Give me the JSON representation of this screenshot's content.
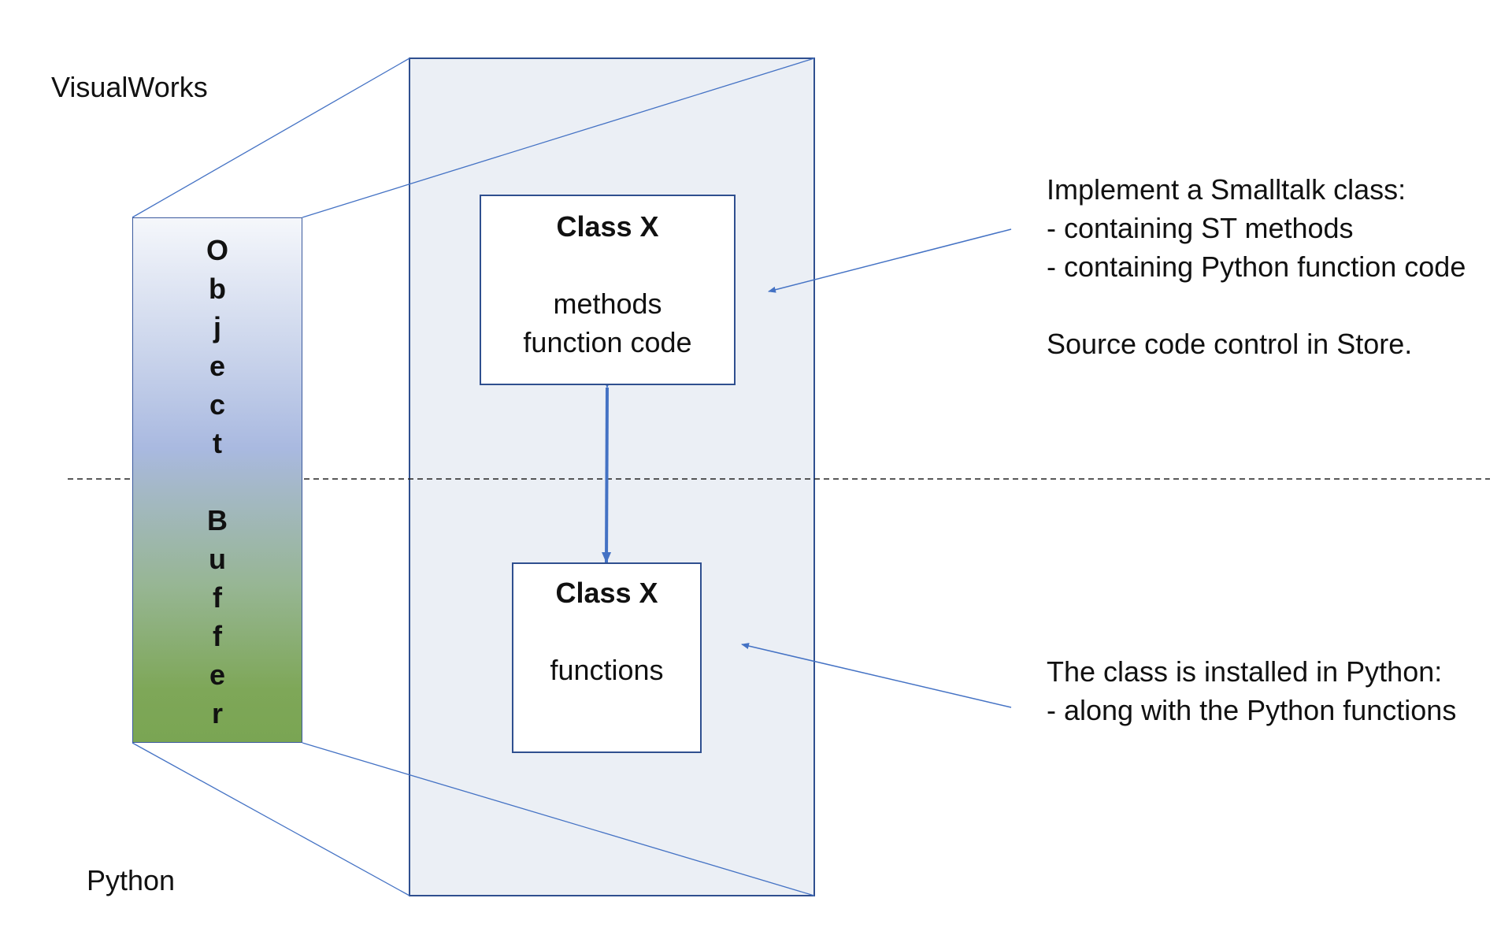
{
  "labels": {
    "top_region": "VisualWorks",
    "bottom_region": "Python"
  },
  "buffer": {
    "letters": [
      "O",
      "b",
      "j",
      "e",
      "c",
      "t",
      "",
      "B",
      "u",
      "f",
      "f",
      "e",
      "r"
    ]
  },
  "smalltalk_class": {
    "title": "Class X",
    "lines": [
      "",
      "methods",
      "function code"
    ]
  },
  "python_class": {
    "title": "Class X",
    "lines": [
      "",
      "functions"
    ]
  },
  "notes": {
    "smalltalk": [
      "Implement a Smalltalk class:",
      "- containing ST methods",
      "- containing Python function code",
      "",
      "Source code control in Store."
    ],
    "python": [
      "The class is installed in Python:",
      "- along with the Python functions"
    ]
  },
  "colors": {
    "line": "#4472c4",
    "panel_fill": "#ebeff5",
    "border": "#2f4f8f",
    "buffer_top": "#f5f7fb",
    "buffer_middle": "#a9b9e0",
    "buffer_bottom": "#7aa553"
  }
}
